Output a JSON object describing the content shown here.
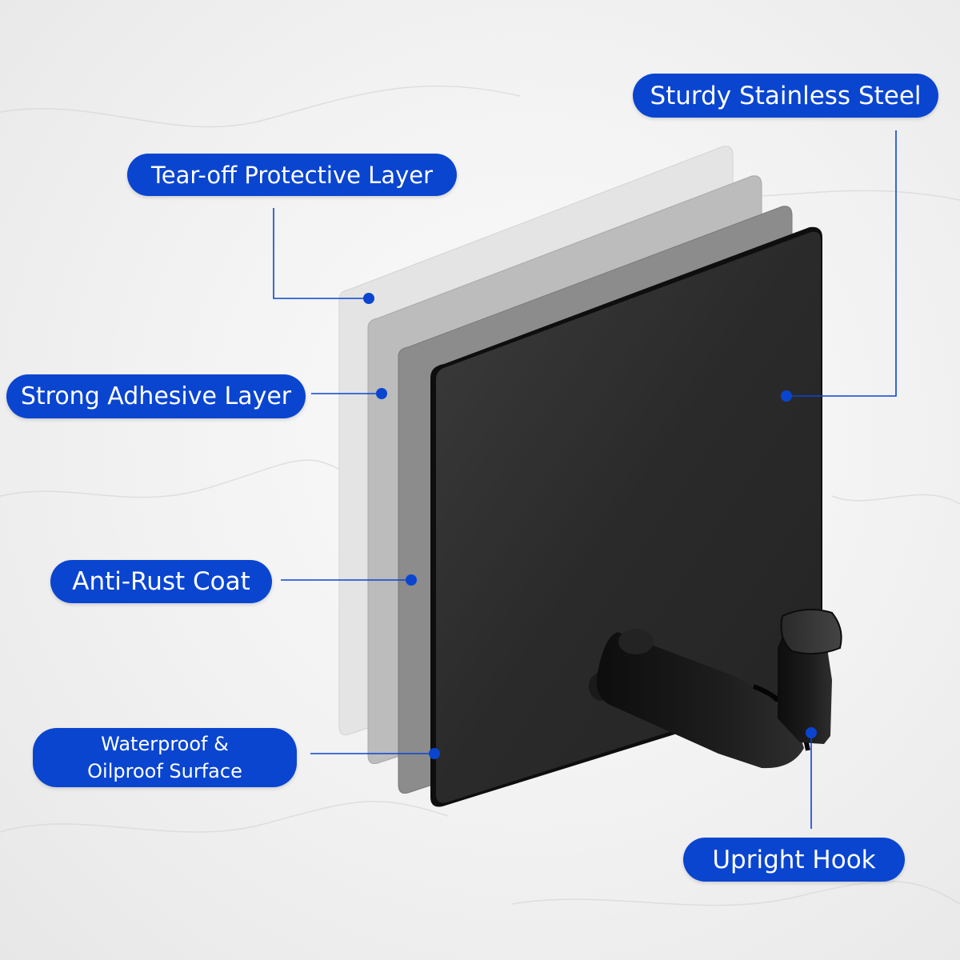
{
  "labels": {
    "steel": "Sturdy Stainless Steel",
    "tear_off": "Tear-off Protective Layer",
    "adhesive": "Strong Adhesive Layer",
    "anti_rust": "Anti-Rust Coat",
    "waterproof_line1": "Waterproof &",
    "waterproof_line2": "Oilproof Surface",
    "hook": "Upright Hook"
  },
  "colors": {
    "label_bg": "#0a45d0",
    "label_text": "#ffffff",
    "leader_line": "#0a45d0",
    "plate": "#2a2a2a",
    "hook": "#141414",
    "protective_layer": "#e4e4e4",
    "adhesive_layer": "#b9b9b9",
    "anti_rust_layer": "#8a8a8a"
  }
}
